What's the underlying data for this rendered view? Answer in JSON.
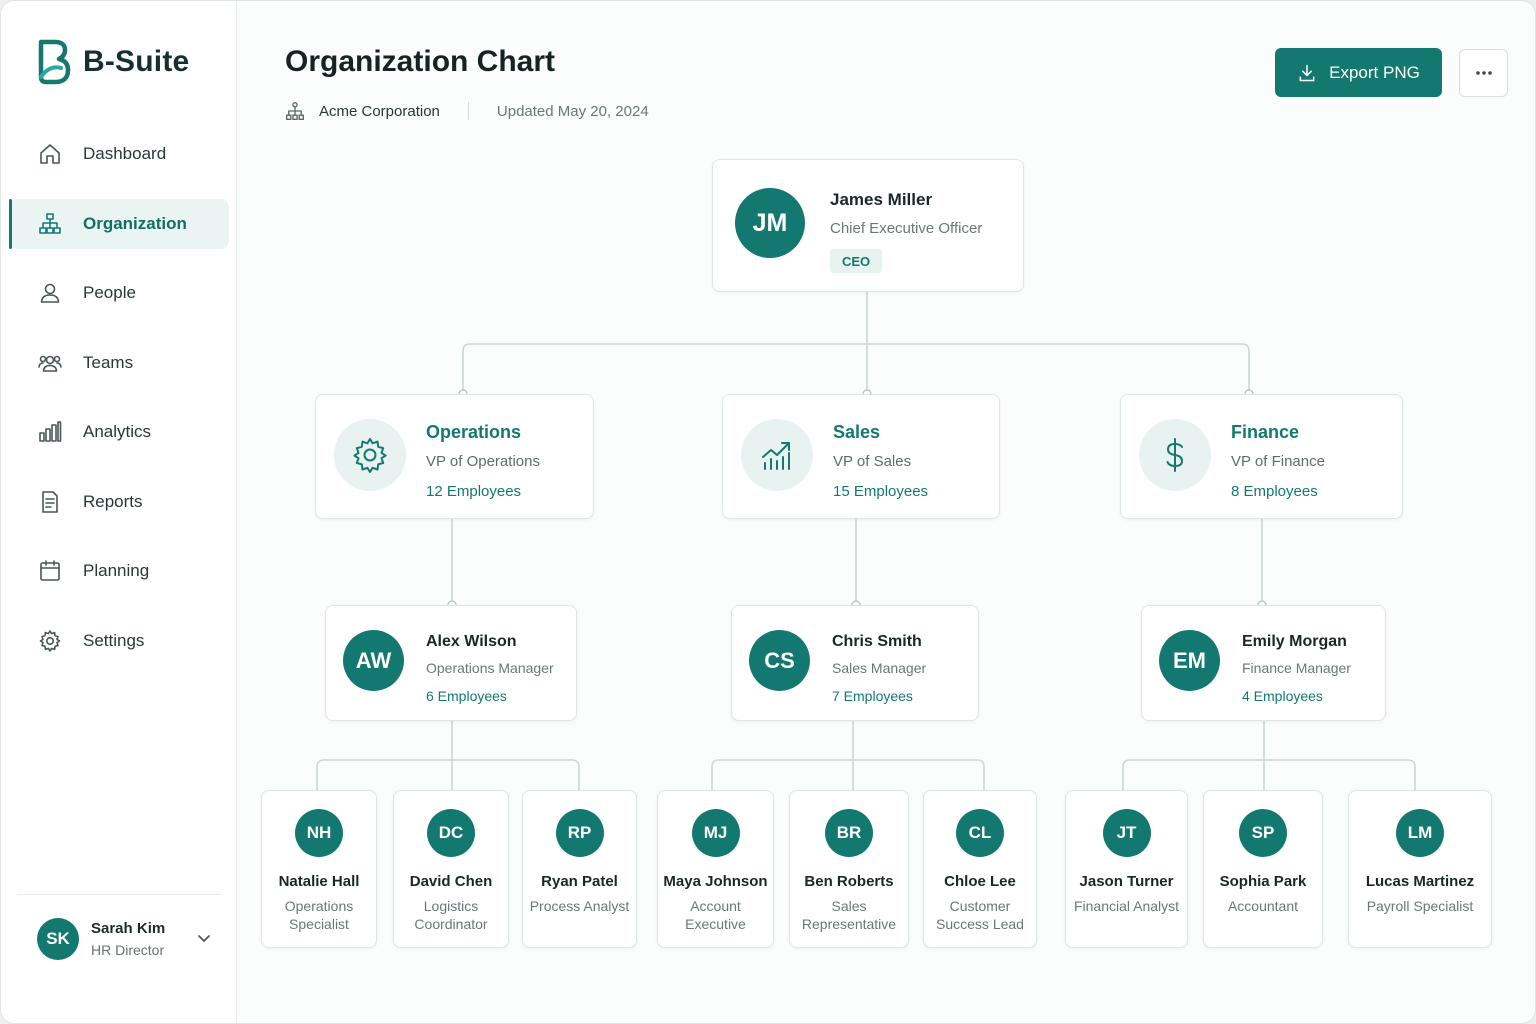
{
  "brand": {
    "name": "B-Suite"
  },
  "sidebar": {
    "items": [
      {
        "label": "Dashboard",
        "icon": "home-icon",
        "active": false
      },
      {
        "label": "Organization",
        "icon": "org-chart-icon",
        "active": true
      },
      {
        "label": "People",
        "icon": "person-icon",
        "active": false
      },
      {
        "label": "Teams",
        "icon": "team-icon",
        "active": false
      },
      {
        "label": "Analytics",
        "icon": "bar-chart-icon",
        "active": false
      },
      {
        "label": "Reports",
        "icon": "document-icon",
        "active": false
      },
      {
        "label": "Planning",
        "icon": "calendar-icon",
        "active": false
      },
      {
        "label": "Settings",
        "icon": "gear-icon",
        "active": false
      }
    ]
  },
  "user": {
    "initials": "SK",
    "name": "Sarah Kim",
    "role": "HR Director"
  },
  "header": {
    "title": "Organization Chart",
    "company": "Acme Corporation",
    "updated": "Updated May 20, 2024",
    "export_label": "Export PNG"
  },
  "colors": {
    "accent": "#137970",
    "accent_light": "#e8f2f1",
    "connector": "#cbd7d6"
  },
  "ceo": {
    "initials": "JM",
    "name": "James Miller",
    "role": "Chief Executive Officer",
    "badge": "CEO"
  },
  "departments": [
    {
      "name": "Operations",
      "role": "VP of Operations",
      "count": "12 Employees",
      "icon": "gear-icon"
    },
    {
      "name": "Sales",
      "role": "VP of Sales",
      "count": "15 Employees",
      "icon": "trend-chart-icon"
    },
    {
      "name": "Finance",
      "role": "VP of Finance",
      "count": "8 Employees",
      "icon": "dollar-icon"
    }
  ],
  "managers": [
    {
      "initials": "AW",
      "name": "Alex Wilson",
      "role": "Operations Manager",
      "count": "6 Employees"
    },
    {
      "initials": "CS",
      "name": "Chris Smith",
      "role": "Sales Manager",
      "count": "7 Employees"
    },
    {
      "initials": "EM",
      "name": "Emily Morgan",
      "role": "Finance Manager",
      "count": "4 Employees"
    }
  ],
  "employees": [
    {
      "initials": "NH",
      "name": "Natalie Hall",
      "role": "Operations Specialist"
    },
    {
      "initials": "DC",
      "name": "David Chen",
      "role": "Logistics Coordinator"
    },
    {
      "initials": "RP",
      "name": "Ryan Patel",
      "role": "Process Analyst"
    },
    {
      "initials": "MJ",
      "name": "Maya Johnson",
      "role": "Account Executive"
    },
    {
      "initials": "BR",
      "name": "Ben Roberts",
      "role": "Sales Representative"
    },
    {
      "initials": "CL",
      "name": "Chloe Lee",
      "role": "Customer Success Lead"
    },
    {
      "initials": "JT",
      "name": "Jason Turner",
      "role": "Financial Analyst"
    },
    {
      "initials": "SP",
      "name": "Sophia Park",
      "role": "Accountant"
    },
    {
      "initials": "LM",
      "name": "Lucas Martinez",
      "role": "Payroll Specialist"
    }
  ]
}
